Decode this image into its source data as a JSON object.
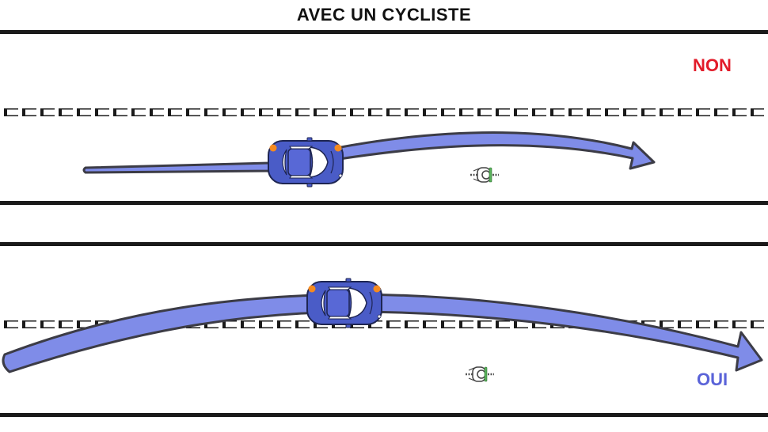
{
  "title": "AVEC UN CYCLISTE",
  "scenarios": [
    {
      "verdict": "NON",
      "color": "#e21c2a"
    },
    {
      "verdict": "OUI",
      "color": "#5a63d8"
    }
  ],
  "colors": {
    "road_line": "#1a1a1a",
    "arrow_fill": "#7f8ce8",
    "arrow_stroke": "#3c3c46",
    "car_body": "#4a5cc7",
    "car_outline": "#1e2552",
    "indicator": "#f58a1f",
    "bike_accent": "#59b35b"
  },
  "icons": {
    "car": "car-topview-icon",
    "cyclist": "cyclist-topview-icon"
  }
}
